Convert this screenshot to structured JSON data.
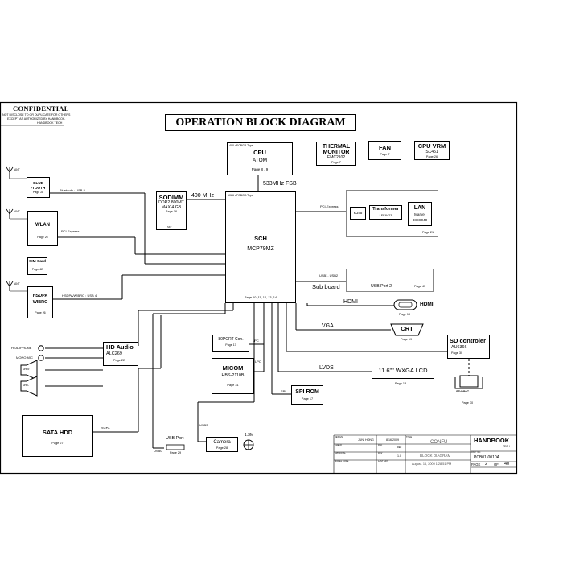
{
  "confidential": {
    "title": "CONFIDENTIAL",
    "line1": "NOT DISCLOSE TO OR DUPLICATE FOR OTHERS",
    "line2": "EXCEPT AS AUTHORIZED BY HANDBOOK.",
    "line3": "HANDBOOK TECH"
  },
  "title": "OPERATION BLOCK DIAGRAM",
  "cpu": {
    "pkg": "400 uFCBGA Type",
    "name": "CPU",
    "model": "ATOM",
    "page": "Page 8 , 9"
  },
  "thermal": {
    "name1": "THERMAL",
    "name2": "MONITOR",
    "model": "EMC2102",
    "page": "Page 7"
  },
  "fan": {
    "name": "FAN",
    "page": "Page 7"
  },
  "cpuvrm": {
    "name": "CPU VRM",
    "model": "SC451",
    "page": "Page 26"
  },
  "fsb": "533MHz FSB",
  "sodimm": {
    "name": "SODIMM",
    "l1": "DDR2 800MT",
    "l2": "MAX 4 GB",
    "page": "Page 16",
    "skt": "SKT"
  },
  "mem_bus": "400 MHz",
  "sch": {
    "pkg": "1086 uFCBGA Type",
    "name": "SCH",
    "model": "MCP79MZ",
    "page": "Page 10 ,11, 12, 13, 14"
  },
  "lan_group": {
    "bus": "PCI-Express",
    "rj45": "RJ45",
    "transformer": "Transformer",
    "tr_model": "LFE8423",
    "lan": "LAN",
    "l1": "Marvel",
    "l2": "88E8040",
    "page": "Page 21"
  },
  "ant": "ANT",
  "bluetooth": {
    "l1": "BLUE",
    "l2": "-TOOTH",
    "page": "Page 28",
    "bus": "Bluetooth : USB 5"
  },
  "wlan": {
    "name": "WLAN",
    "page": "Page 26",
    "bus": "PCI-Express"
  },
  "simcard": {
    "name": "SIM Card",
    "page": "Page 42"
  },
  "hsdpa": {
    "l1": "HSDPA",
    "l2": "WIBRO",
    "page": "Page 26",
    "bus": "HSDPA/WIBRO : USB 4"
  },
  "usb": {
    "bus": "USB1, USB2",
    "sub": "Sub board",
    "port": "USB Port 2",
    "page": "Page 43"
  },
  "hdmi": {
    "bus": "HDMI",
    "name": "HDMI",
    "page": "Page 19"
  },
  "vga": {
    "bus": "VGA",
    "name": "CRT",
    "page": "Page 19"
  },
  "sd": {
    "name": "SD controler",
    "model": "AU6366",
    "page": "Page 30",
    "slot": "SD/MMC",
    "slot_page": "Page 30"
  },
  "audio": {
    "name": "HD Audio",
    "model": "ALC269",
    "page": "Page 22",
    "headphone": "HEADPHONE",
    "mic": "MONO MIC",
    "spk1": "SPK R",
    "spk2": "SPK L"
  },
  "port80": {
    "name": "80PORT Con.",
    "page": "Page 17",
    "bus": "LPC"
  },
  "micom": {
    "name": "MICOM",
    "model": "HBS-2110B",
    "page": "Page 31",
    "bus": "LPC"
  },
  "lvds": {
    "bus": "LVDS",
    "name": "11.6\"\" WXGA LCD",
    "page": "Page 18"
  },
  "spirom": {
    "name": "SPI ROM",
    "page": "Page 17",
    "bus": "SPI"
  },
  "sata": {
    "name": "SATA HDD",
    "page": "Page 27",
    "bus": "SATA"
  },
  "usbport": {
    "name": "USB Port",
    "page": "Page 29",
    "bus": "USB0"
  },
  "camera": {
    "name": "Camera",
    "page": "Page 28",
    "res": "1.3M",
    "bus": "USB3"
  },
  "titleblock": {
    "design_lbl": "DESIGN",
    "design_val": "JUN. HONG",
    "date1": "8/16/2009",
    "check_lbl": "CHECK",
    "app_lbl": "APPROVAL",
    "model_lbl": "MODEL CODE",
    "title_lbl": "TITLE",
    "title_val": "CONFU",
    "sub_val": "BLOCK DIAGRAM",
    "rev_lbl": "REV",
    "rev_val": "1.0",
    "rdy_lbl": "REF",
    "rdy_val": "REF",
    "last_lbl": "LAST EDIT",
    "last_val": "August. 16, 2009  1:28:51 PM",
    "page_lbl": "PAGE",
    "page_num": "2",
    "of_lbl": "OF",
    "page_total": "40",
    "company": "HANDBOOK",
    "company_sub": "TECH",
    "part_lbl": "PART NO.",
    "part_val": "PCB01-0010A"
  }
}
